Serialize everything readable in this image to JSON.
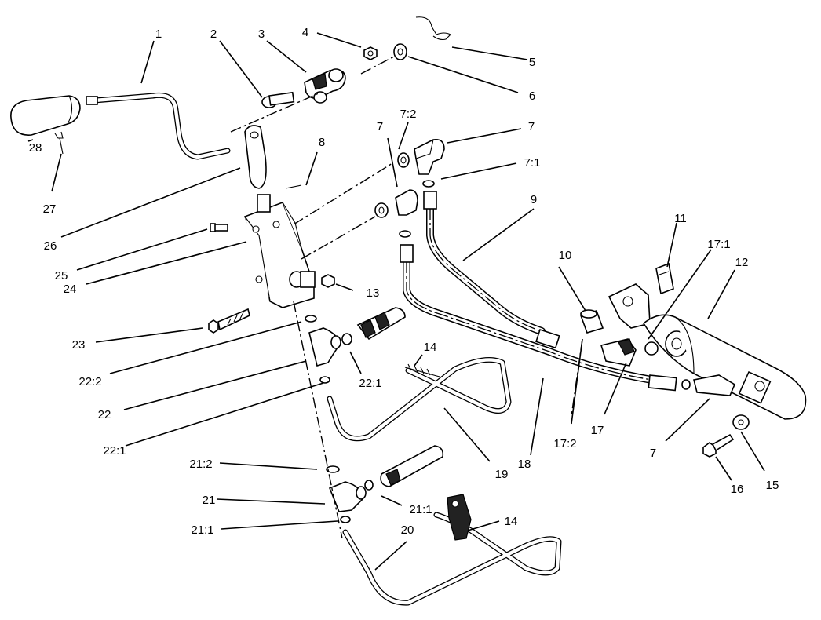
{
  "labels": [
    {
      "id": "1",
      "text": "1"
    },
    {
      "id": "2",
      "text": "2"
    },
    {
      "id": "3",
      "text": "3"
    },
    {
      "id": "4",
      "text": "4"
    },
    {
      "id": "5",
      "text": "5"
    },
    {
      "id": "6",
      "text": "6"
    },
    {
      "id": "7-2",
      "text": "7:2"
    },
    {
      "id": "7-top",
      "text": "7"
    },
    {
      "id": "7-left",
      "text": "7"
    },
    {
      "id": "7-1",
      "text": "7:1"
    },
    {
      "id": "8",
      "text": "8"
    },
    {
      "id": "9",
      "text": "9"
    },
    {
      "id": "10",
      "text": "10"
    },
    {
      "id": "11",
      "text": "11"
    },
    {
      "id": "17-1",
      "text": "17:1"
    },
    {
      "id": "12",
      "text": "12"
    },
    {
      "id": "28",
      "text": "28"
    },
    {
      "id": "27",
      "text": "27"
    },
    {
      "id": "26",
      "text": "26"
    },
    {
      "id": "25",
      "text": "25"
    },
    {
      "id": "24",
      "text": "24"
    },
    {
      "id": "13",
      "text": "13"
    },
    {
      "id": "23",
      "text": "23"
    },
    {
      "id": "22-2",
      "text": "22:2"
    },
    {
      "id": "22-1a",
      "text": "22:1"
    },
    {
      "id": "14a",
      "text": "14"
    },
    {
      "id": "22",
      "text": "22"
    },
    {
      "id": "22-1b",
      "text": "22:1"
    },
    {
      "id": "19",
      "text": "19"
    },
    {
      "id": "18",
      "text": "18"
    },
    {
      "id": "17-2",
      "text": "17:2"
    },
    {
      "id": "17",
      "text": "17"
    },
    {
      "id": "7-bottom",
      "text": "7"
    },
    {
      "id": "16",
      "text": "16"
    },
    {
      "id": "15",
      "text": "15"
    },
    {
      "id": "21-2",
      "text": "21:2"
    },
    {
      "id": "21",
      "text": "21"
    },
    {
      "id": "21-1a",
      "text": "21:1"
    },
    {
      "id": "14b",
      "text": "14"
    },
    {
      "id": "21-1b",
      "text": "21:1"
    },
    {
      "id": "20",
      "text": "20"
    }
  ]
}
